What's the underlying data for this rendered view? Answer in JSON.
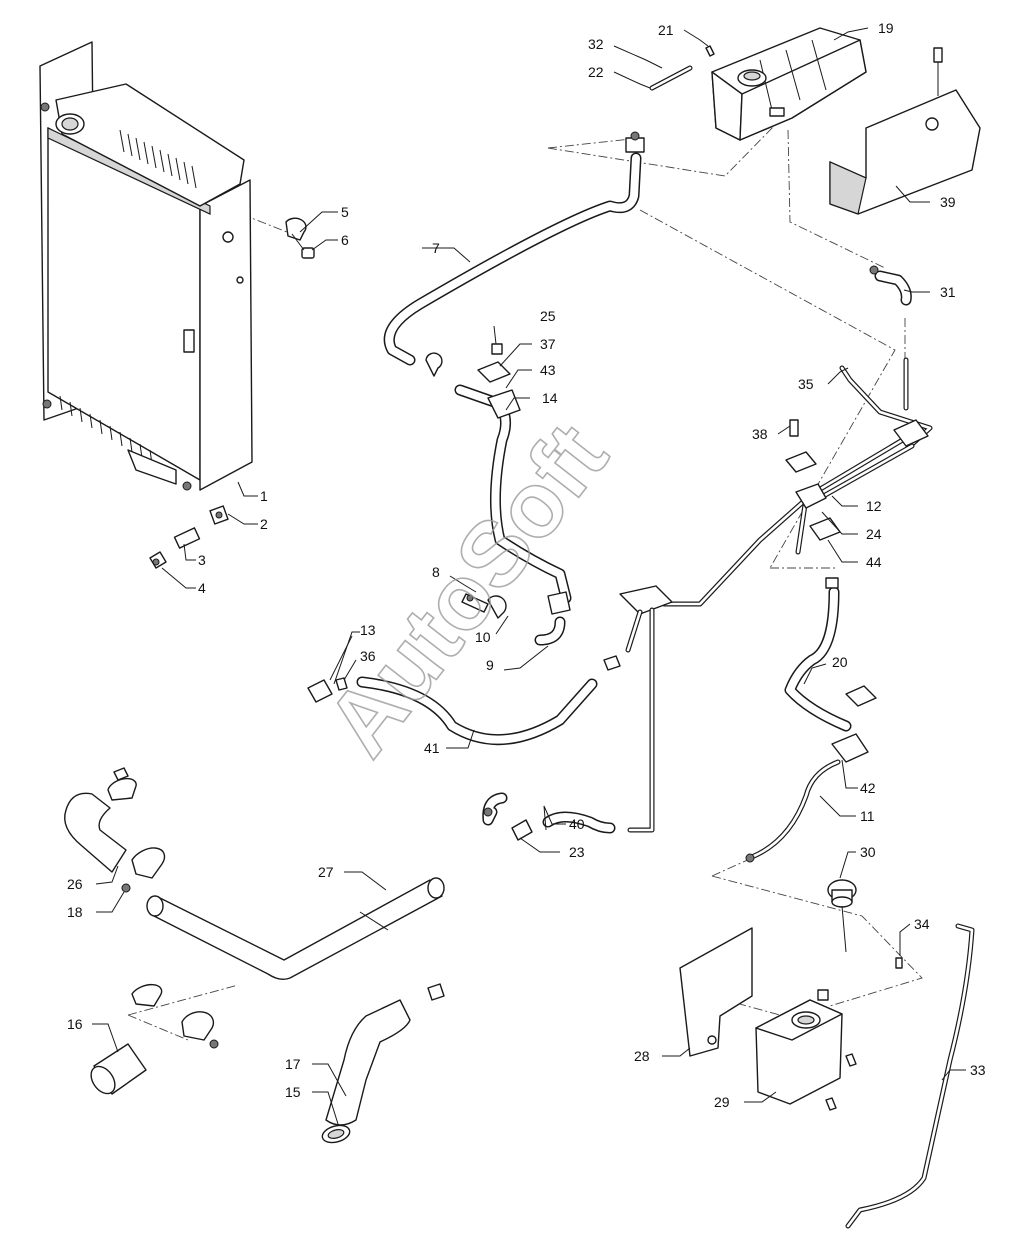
{
  "watermark": "AutoSoft",
  "callouts": [
    {
      "id": "c1",
      "label": "1"
    },
    {
      "id": "c2",
      "label": "2"
    },
    {
      "id": "c3",
      "label": "3"
    },
    {
      "id": "c4",
      "label": "4"
    },
    {
      "id": "c5",
      "label": "5"
    },
    {
      "id": "c6",
      "label": "6"
    },
    {
      "id": "c7",
      "label": "7"
    },
    {
      "id": "c8",
      "label": "8"
    },
    {
      "id": "c9",
      "label": "9"
    },
    {
      "id": "c10",
      "label": "10"
    },
    {
      "id": "c11",
      "label": "11"
    },
    {
      "id": "c12",
      "label": "12"
    },
    {
      "id": "c13",
      "label": "13"
    },
    {
      "id": "c14",
      "label": "14"
    },
    {
      "id": "c15",
      "label": "15"
    },
    {
      "id": "c16",
      "label": "16"
    },
    {
      "id": "c17",
      "label": "17"
    },
    {
      "id": "c18",
      "label": "18"
    },
    {
      "id": "c19",
      "label": "19"
    },
    {
      "id": "c20",
      "label": "20"
    },
    {
      "id": "c21",
      "label": "21"
    },
    {
      "id": "c22",
      "label": "22"
    },
    {
      "id": "c23",
      "label": "23"
    },
    {
      "id": "c24",
      "label": "24"
    },
    {
      "id": "c25",
      "label": "25"
    },
    {
      "id": "c26",
      "label": "26"
    },
    {
      "id": "c27",
      "label": "27"
    },
    {
      "id": "c28",
      "label": "28"
    },
    {
      "id": "c29",
      "label": "29"
    },
    {
      "id": "c30",
      "label": "30"
    },
    {
      "id": "c31",
      "label": "31"
    },
    {
      "id": "c32",
      "label": "32"
    },
    {
      "id": "c33",
      "label": "33"
    },
    {
      "id": "c34",
      "label": "34"
    },
    {
      "id": "c35",
      "label": "35"
    },
    {
      "id": "c36",
      "label": "36"
    },
    {
      "id": "c37",
      "label": "37"
    },
    {
      "id": "c38",
      "label": "38"
    },
    {
      "id": "c39",
      "label": "39"
    },
    {
      "id": "c40",
      "label": "40"
    },
    {
      "id": "c41",
      "label": "41"
    },
    {
      "id": "c42",
      "label": "42"
    },
    {
      "id": "c43",
      "label": "43"
    },
    {
      "id": "c44",
      "label": "44"
    }
  ]
}
